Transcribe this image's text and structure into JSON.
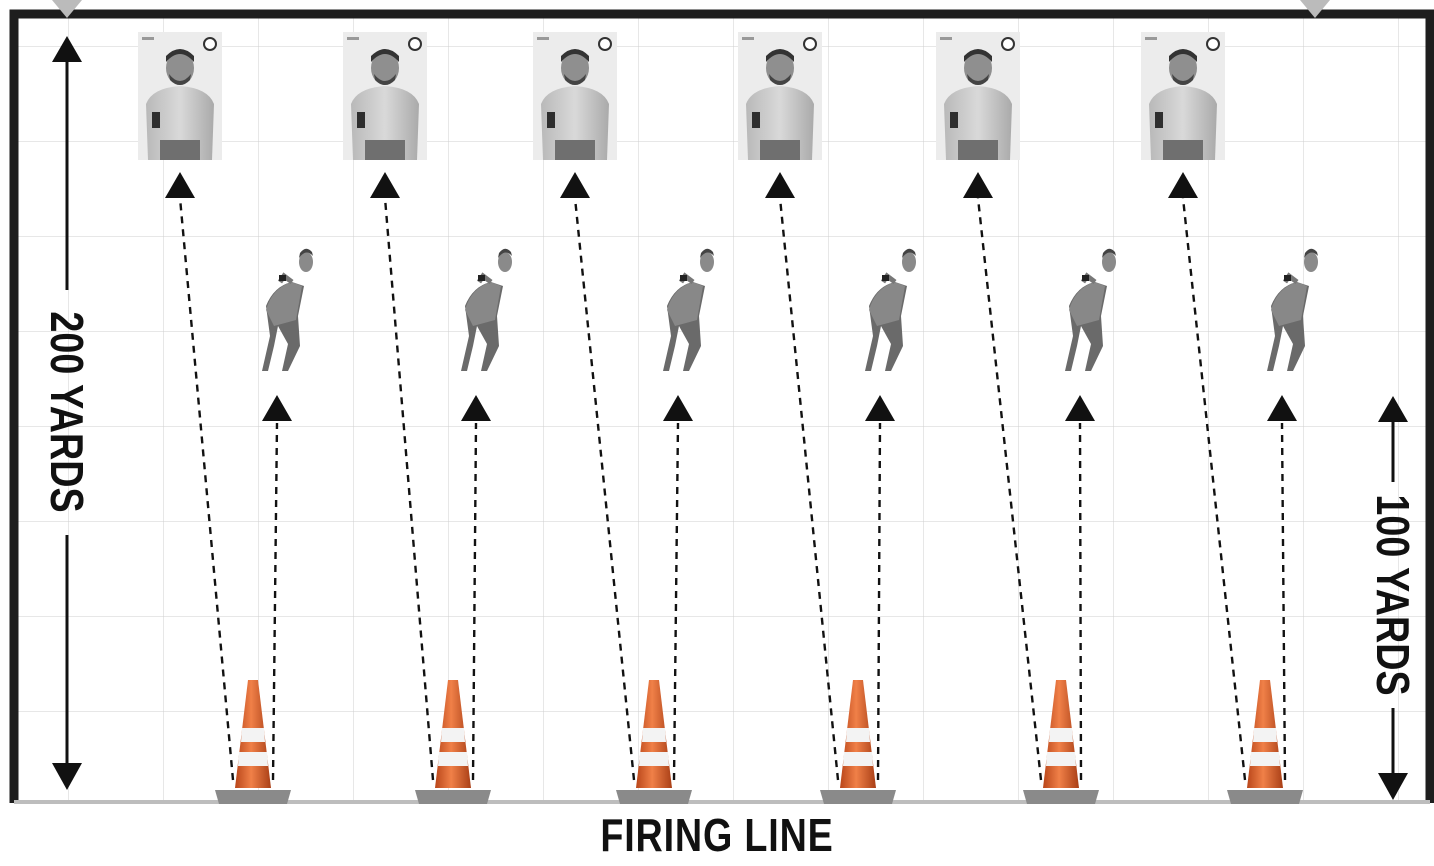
{
  "labels": {
    "left_distance": "200 YARDS",
    "right_distance": "100 YARDS",
    "firing_line": "FIRING LINE"
  },
  "lanes": 6,
  "targets": {
    "far": {
      "distance_yards": 200,
      "image": "photo target of man holding pistol"
    },
    "near": {
      "distance_yards": 100,
      "image": "photo target of man aiming pistol"
    }
  },
  "markers": {
    "type": "traffic-cone-icon",
    "color": "#e2672d"
  }
}
